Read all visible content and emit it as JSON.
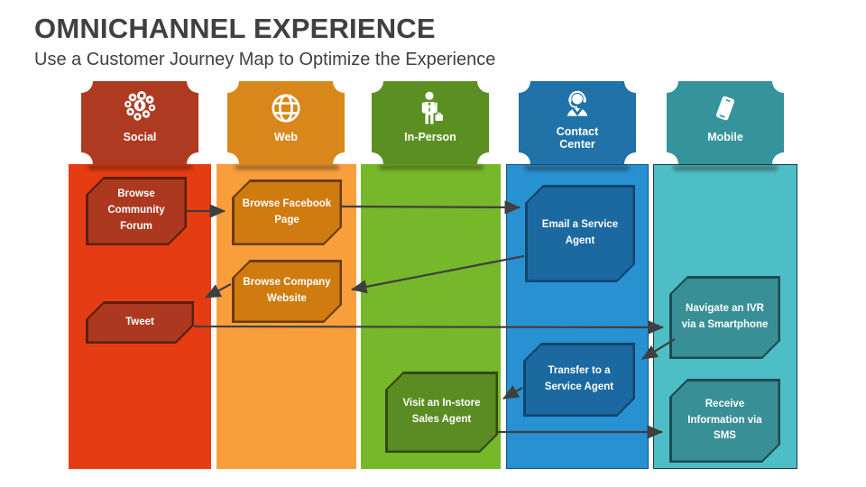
{
  "header": {
    "title": "OMNICHANNEL EXPERIENCE",
    "subtitle": "Use a Customer Journey Map to Optimize the Experience"
  },
  "colors": {
    "title_text": "#404040",
    "arrow": "#3F3F3F",
    "social": {
      "badge": "#AE3A21",
      "body": "#E63C13",
      "box": "#AC3820",
      "box_border": "#5A200C"
    },
    "web": {
      "badge": "#D8881A",
      "body": "#F89F3C",
      "box": "#CF7B10",
      "box_border": "#6B3C06"
    },
    "in_person": {
      "badge": "#5B8F22",
      "body": "#76B82A",
      "box": "#5A8C23",
      "box_border": "#2F4B0F"
    },
    "contact_center": {
      "badge": "#2072A8",
      "body": "#2791D2",
      "box": "#1B69A0",
      "box_border": "#11446B"
    },
    "mobile": {
      "badge": "#34939B",
      "body": "#4EBEC6",
      "box": "#398F96",
      "box_border": "#1C4B51"
    }
  },
  "columns": [
    {
      "id": "social",
      "label": "Social",
      "icon": "social-media-icon",
      "boxes": [
        {
          "label": "Browse Community Forum"
        },
        {
          "label": "Tweet"
        }
      ]
    },
    {
      "id": "web",
      "label": "Web",
      "icon": "globe-icon",
      "boxes": [
        {
          "label": "Browse Facebook Page"
        },
        {
          "label": "Browse Company Website"
        }
      ]
    },
    {
      "id": "in-person",
      "label": "In-Person",
      "icon": "person-briefcase-icon",
      "boxes": [
        {
          "label": "Visit an In-store Sales Agent"
        }
      ]
    },
    {
      "id": "contact-center",
      "label": "Contact Center",
      "icon": "headset-agent-icon",
      "boxes": [
        {
          "label": "Email a Service Agent"
        },
        {
          "label": "Transfer to a Service Agent"
        }
      ]
    },
    {
      "id": "mobile",
      "label": "Mobile",
      "icon": "smartphone-icon",
      "boxes": [
        {
          "label": "Navigate an IVR via a Smartphone"
        },
        {
          "label": "Receive Information via SMS"
        }
      ]
    }
  ],
  "arrows": [
    {
      "from": "Browse Community Forum",
      "to": "Browse Facebook Page"
    },
    {
      "from": "Browse Facebook Page",
      "to": "Email a Service Agent"
    },
    {
      "from": "Email a Service Agent",
      "to": "Browse Company Website"
    },
    {
      "from": "Browse Company Website",
      "to": "Tweet"
    },
    {
      "from": "Tweet",
      "to": "Navigate an IVR via a Smartphone"
    },
    {
      "from": "Navigate an IVR via a Smartphone",
      "to": "Transfer to a Service Agent"
    },
    {
      "from": "Transfer to a Service Agent",
      "to": "Visit an In-store Sales Agent"
    },
    {
      "from": "Visit an In-store Sales Agent",
      "to": "Receive Information via SMS"
    }
  ]
}
